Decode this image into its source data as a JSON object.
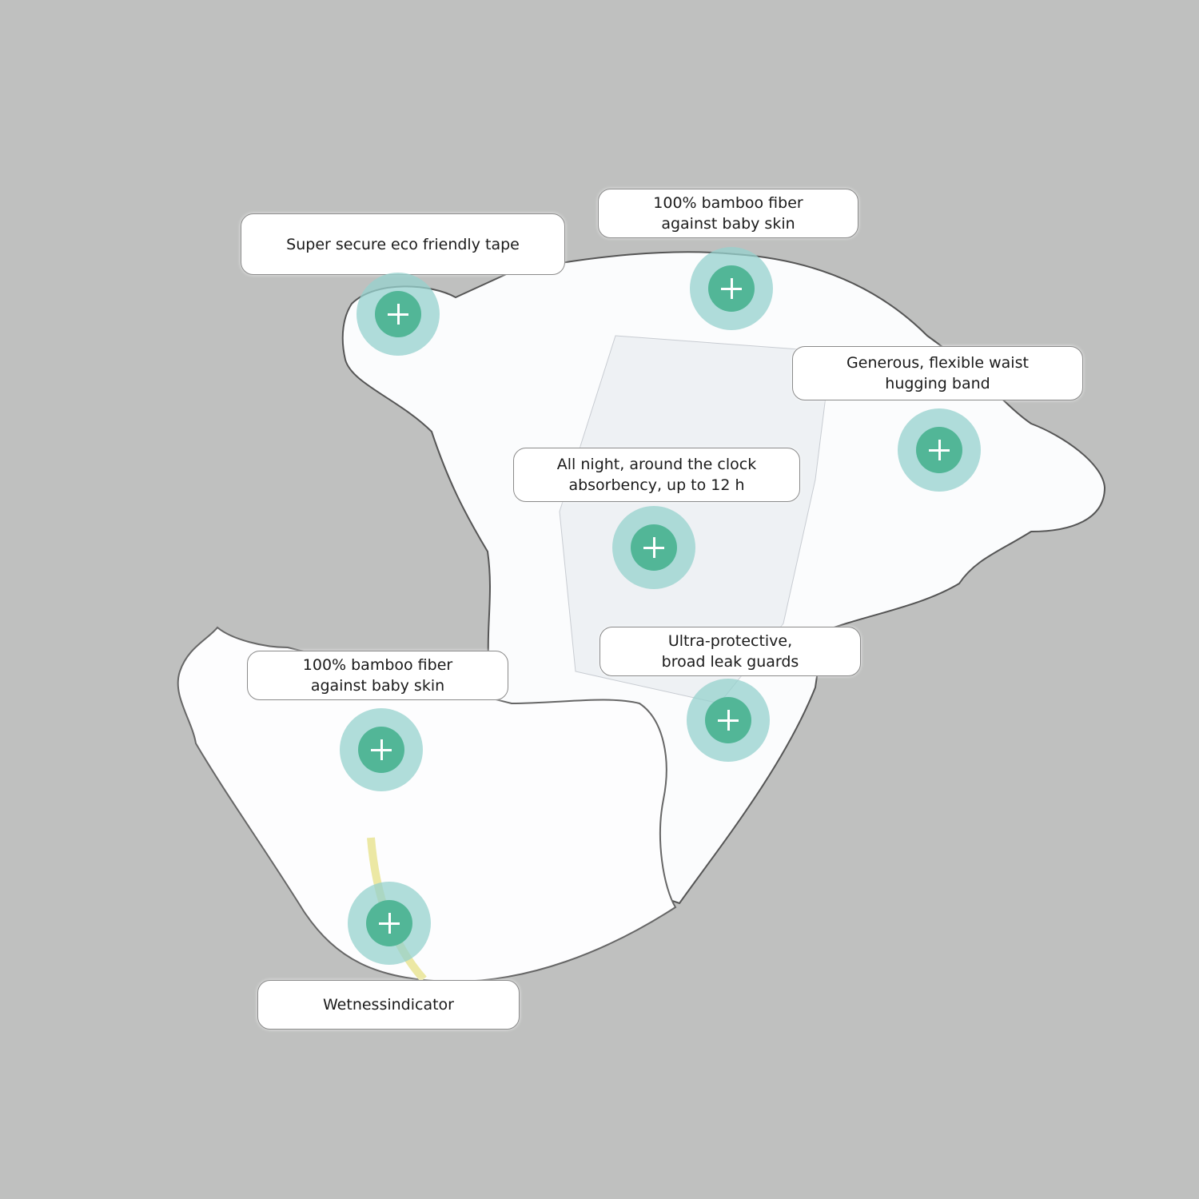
{
  "colors": {
    "background": "#bfc0bf",
    "hotspot": "#52b697",
    "hotspot_halo": "#96d2cd",
    "wetness_indicator": "#ece8a4"
  },
  "features": [
    {
      "lines": [
        "Super secure eco friendly tape"
      ],
      "icon": "plus-icon"
    },
    {
      "lines": [
        "100% bamboo fiber",
        "against baby skin"
      ],
      "icon": "plus-icon"
    },
    {
      "lines": [
        "Generous, flexible waist",
        "hugging band"
      ],
      "icon": "plus-icon"
    },
    {
      "lines": [
        "All night, around the clock",
        "absorbency, up to 12 h"
      ],
      "icon": "plus-icon"
    },
    {
      "lines": [
        "Ultra-protective,",
        "broad leak guards"
      ],
      "icon": "plus-icon"
    },
    {
      "lines": [
        "100% bamboo fiber",
        "against baby skin"
      ],
      "icon": "plus-icon"
    },
    {
      "lines": [
        "Wetnessindicator"
      ],
      "icon": "plus-icon"
    }
  ]
}
